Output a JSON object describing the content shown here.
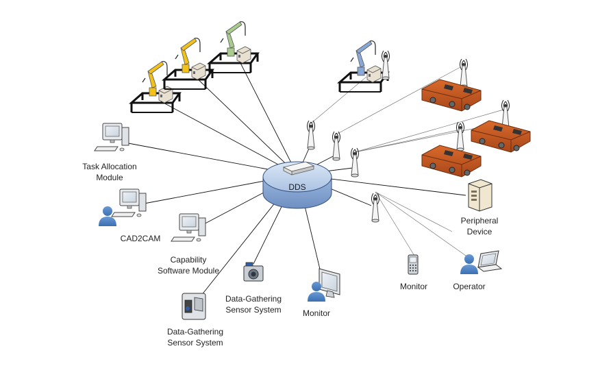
{
  "hub": {
    "label": "DDS"
  },
  "labels": {
    "task_allocation": [
      "Task Allocation",
      "Module"
    ],
    "cad2cam": "CAD2CAM",
    "capability": [
      "Capability",
      "Software Module"
    ],
    "sensor_camera": [
      "Data-Gathering",
      "Sensor System"
    ],
    "sensor_camcorder": [
      "Data-Gathering",
      "Sensor System"
    ],
    "monitor_center": "Monitor",
    "monitor_phone": "Monitor",
    "operator": "Operator",
    "peripheral": [
      "Peripheral",
      "Device"
    ]
  },
  "colors": {
    "robot_yellow": "#f2c21b",
    "robot_green": "#a9cc8e",
    "robot_blue": "#8aa8d6",
    "agv_orange": "#c9581c",
    "person_blue": "#4a7fc0",
    "hub_blue": "#b5cbe8"
  },
  "icons": [
    "industrial-robot-icon",
    "computer-icon",
    "user-icon",
    "camera-icon",
    "camcorder-icon",
    "antenna-icon",
    "agv-icon",
    "server-icon",
    "mobile-phone-icon",
    "laptop-icon"
  ]
}
